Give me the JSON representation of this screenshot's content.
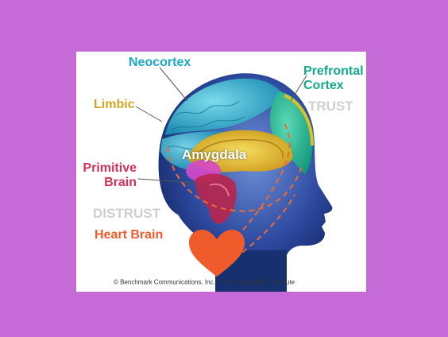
{
  "labels": {
    "neocortex": "Neocortex",
    "prefrontal_line1": "Prefrontal",
    "prefrontal_line2": "Cortex",
    "trust": "TRUST",
    "limbic": "Limbic",
    "amygdala": "Amygdala",
    "primitive_line1": "Primitive",
    "primitive_line2": "Brain",
    "distrust": "DISTRUST",
    "heart_brain": "Heart Brain"
  },
  "credit": {
    "text_before": "© Benchmark Communications, Inc. / The CreatingWE",
    "superscript": "®",
    "text_after": " Institute"
  },
  "colors": {
    "frame": "#c66ad8",
    "neocortex": "#1ba8c9",
    "prefrontal": "#15a88a",
    "limbic": "#d6a51f",
    "primitive": "#d33157",
    "heart": "#ef5b2b",
    "trust_distrust": "#cfcfcf"
  }
}
